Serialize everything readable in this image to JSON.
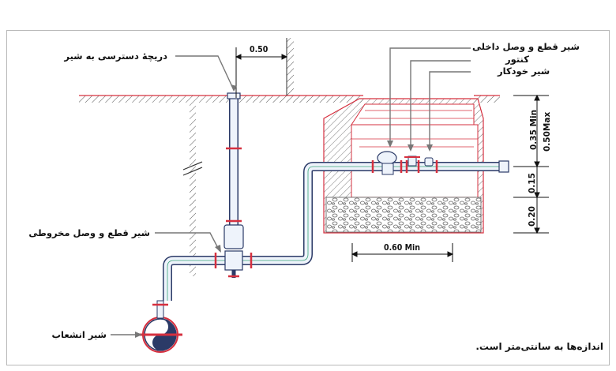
{
  "labels": {
    "access_hatch": "دریچهٔ دسترسی به شیر",
    "internal_valve": "شیر قطع و وصل داخلی",
    "meter": "کنتور",
    "auto_valve": "شیر خودکار",
    "conical_valve": "شیر قطع و وصل مخروطی",
    "branch_valve": "شیر انشعاب"
  },
  "dimensions": {
    "top_offset": "0.50",
    "width_min": "0.60 Min",
    "depth_min": "0.35 Min",
    "depth_max": "0.50Max",
    "pipe_clearance": "0.15",
    "gravel_bed": "0.20"
  },
  "note": "اندازه‌ها به سانتی‌متر است.",
  "colors": {
    "pipe_fill": "#eef3fb",
    "pipe_stroke": "#2b3a67",
    "hatch_red": "#d6303f",
    "fitting_red": "#d6303f",
    "pipe_center": "#3aa57a"
  }
}
